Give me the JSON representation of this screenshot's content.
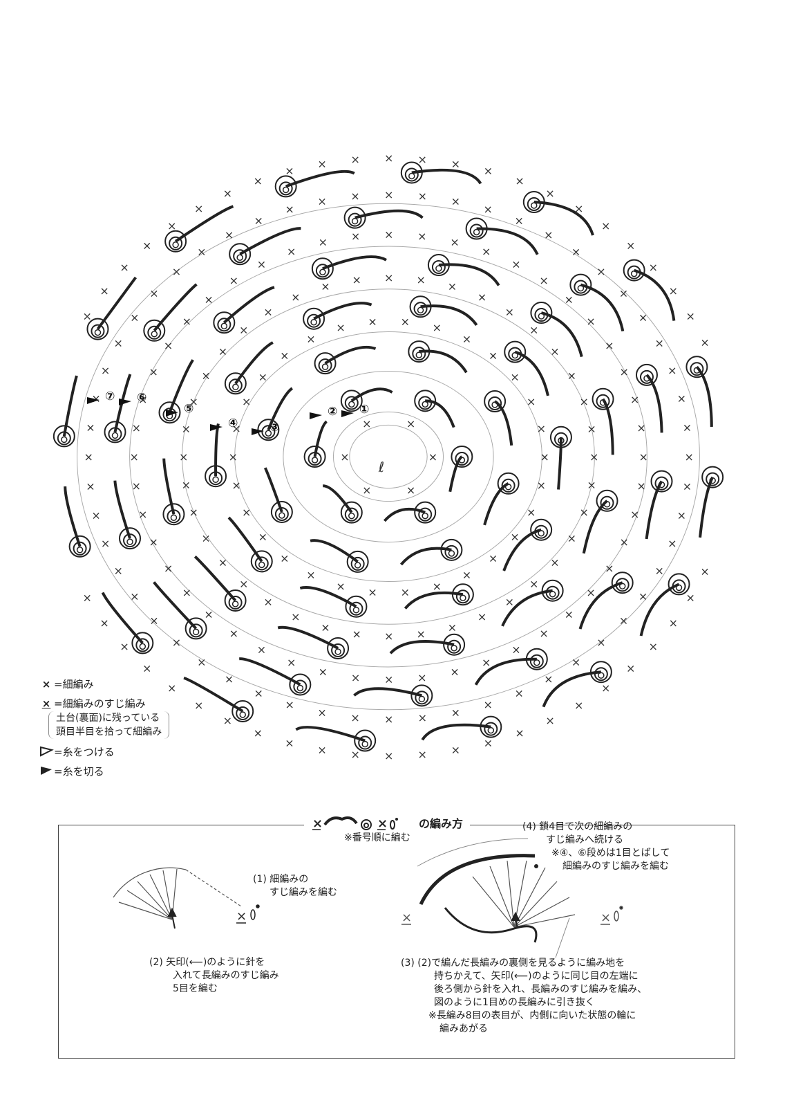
{
  "legend": {
    "sc": {
      "symbol": "×",
      "text": "=細編み"
    },
    "sc_blo": {
      "symbol": "×",
      "text": "=細編みのすじ編み",
      "note_line1": "土台(裏面)に残っている",
      "note_line2": "頭目半目を拾って細編み"
    },
    "join": {
      "text": "=糸をつける"
    },
    "cut": {
      "text": "=糸を切る"
    }
  },
  "chart": {
    "round_markers": [
      "①",
      "②",
      "③",
      "④",
      "⑤",
      "⑥",
      "⑦"
    ],
    "center_mark": "ℓ"
  },
  "instructions": {
    "title": "の編み方",
    "subtitle": "※番号順に編む",
    "step1_line1": "(1) 細編みの",
    "step1_line2": "すじ編みを編む",
    "step2_line1": "(2) 矢印(⟵)のように針を",
    "step2_line2": "入れて長編みのすじ編み",
    "step2_line3": "5目を編む",
    "step3_line1": "(3) (2)で編んだ長編みの裏側を見るように編み地を",
    "step3_line2": "持ちかえて、矢印(⟵)のように同じ目の左端に",
    "step3_line3": "後ろ側から針を入れ、長編みのすじ編みを編み、",
    "step3_line4": "図のように1目めの長編みに引き抜く",
    "step3_line5": "※長編み8目の表目が、内側に向いた状態の輪に",
    "step3_line6": "編みあがる",
    "step4_line1": "(4) 鎖4目で次の細編みの",
    "step4_line2": "すじ編みへ続ける",
    "step4_line3": "※④、⑥段めは1目とばして",
    "step4_line4": "細編みのすじ編みを編む"
  }
}
